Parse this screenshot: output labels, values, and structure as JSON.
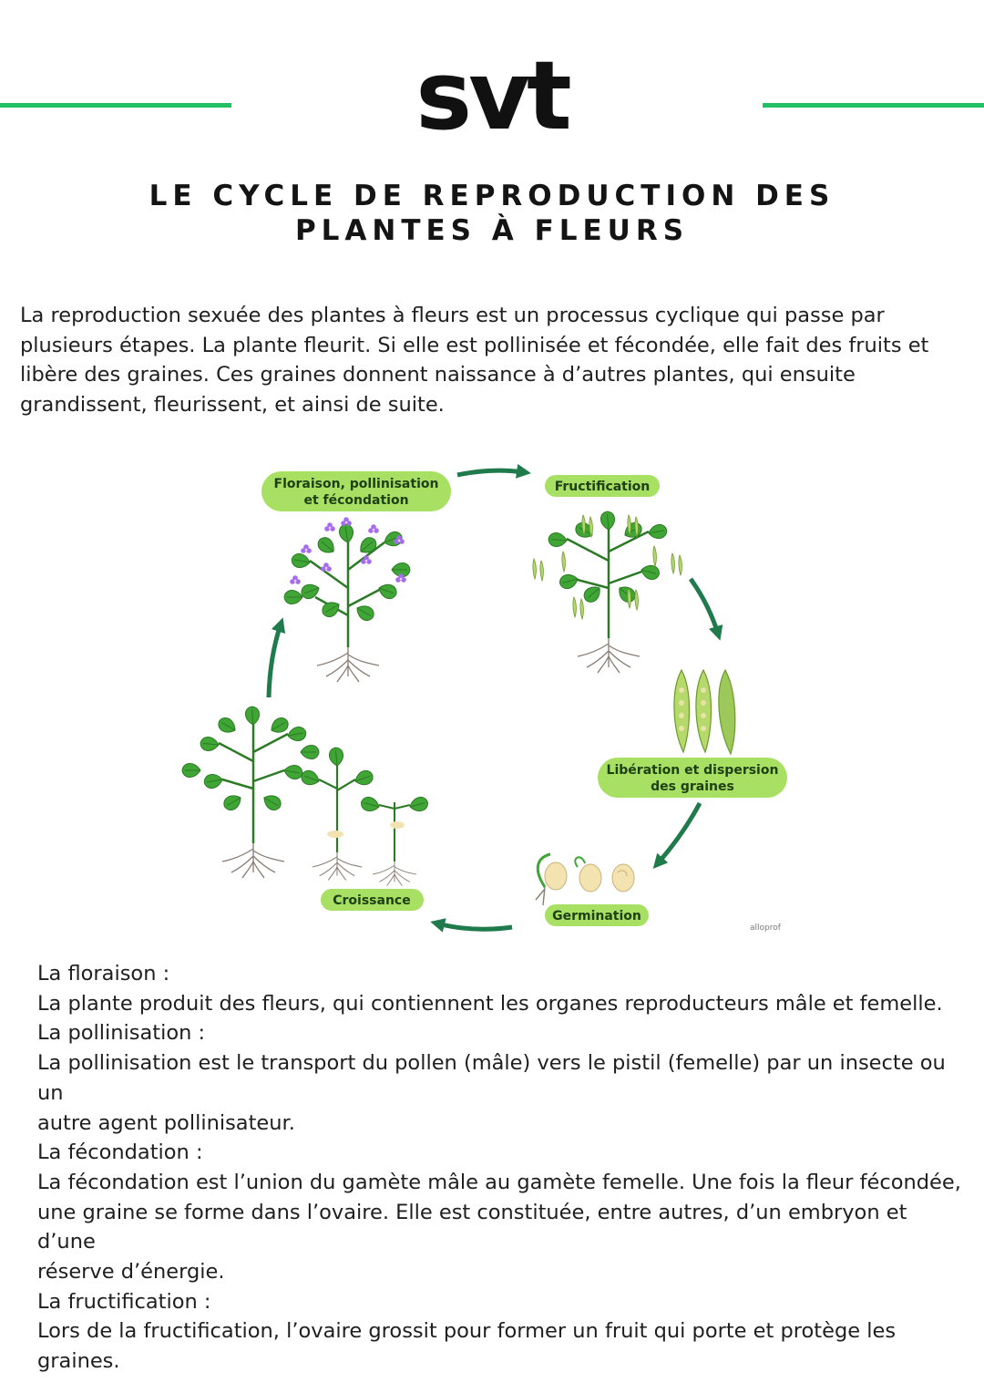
{
  "header": {
    "logo_text": "svt",
    "title_line1": "LE CYCLE DE REPRODUCTION DES",
    "title_line2": "PLANTES À FLEURS",
    "accent_color": "#21c064"
  },
  "intro": {
    "line1": "La reproduction sexuée des plantes à fleurs est un processus cyclique qui passe par",
    "line2": "plusieurs étapes. La plante fleurit. Si elle est pollinisée et fécondée, elle fait des fruits et",
    "line3": "libère des graines. Ces graines donnent naissance à d’autres plantes, qui ensuite",
    "line4": "grandissent, fleurissent, et ainsi de suite."
  },
  "diagram": {
    "stage_floraison_line1": "Floraison, pollinisation",
    "stage_floraison_line2": "et fécondation",
    "stage_fructification": "Fructification",
    "stage_liberation_line1": "Libération et dispersion",
    "stage_liberation_line2": "des graines",
    "stage_germination": "Germination",
    "stage_croissance": "Croissance",
    "credit": "alloprof",
    "pill_color": "#a8e063",
    "arrow_color": "#1f7a4c",
    "leaf_color": "#3fa535",
    "flower_color": "#a56cf0"
  },
  "definitions": [
    {
      "heading": "La floraison :",
      "lines": [
        "La plante produit des fleurs, qui contiennent les organes reproducteurs mâle et femelle."
      ]
    },
    {
      "heading": "La pollinisation :",
      "lines": [
        "La pollinisation est le transport du pollen (mâle) vers le pistil (femelle) par un insecte ou un",
        "autre agent pollinisateur."
      ]
    },
    {
      "heading": "La fécondation :",
      "lines": [
        "La fécondation est l’union du gamète mâle au gamète femelle. Une fois la fleur fécondée,",
        "une graine se forme dans l’ovaire. Elle est constituée, entre autres, d’un embryon et d’une",
        "réserve d’énergie."
      ]
    },
    {
      "heading": "La fructification :",
      "lines": [
        "Lors de la fructification, l’ovaire grossit pour former un fruit qui porte et protège les",
        "graines."
      ]
    }
  ]
}
